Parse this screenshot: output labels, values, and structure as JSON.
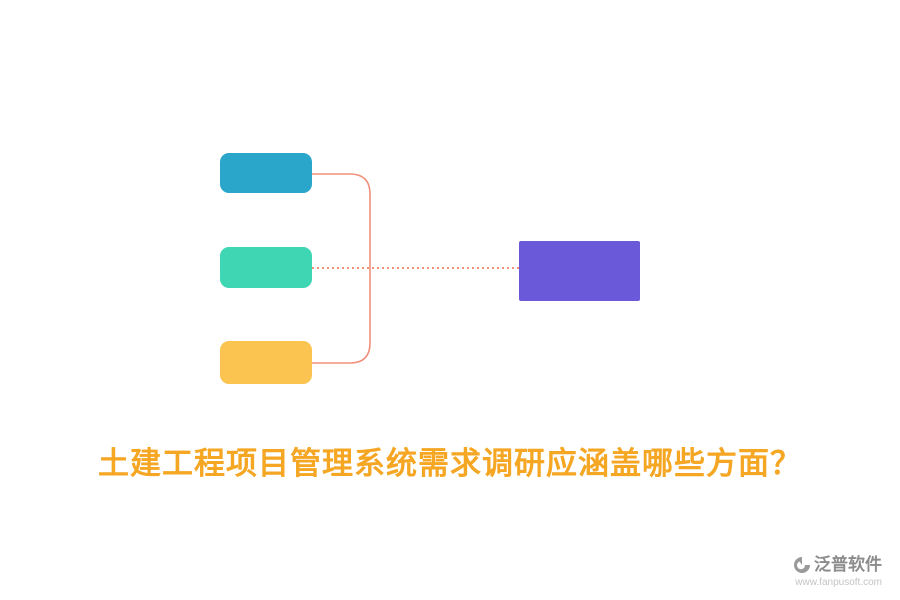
{
  "title": {
    "text": "土建工程项目管理系统需求调研应涵盖哪些方面？",
    "color": "#F5A623"
  },
  "diagram": {
    "branch_nodes": [
      {
        "name": "top-branch",
        "color": "#2AA6CB"
      },
      {
        "name": "middle-branch",
        "color": "#3FD6B4"
      },
      {
        "name": "bottom-branch",
        "color": "#FBC451"
      }
    ],
    "root_node": {
      "name": "root",
      "color": "#6A5AD9"
    },
    "connector_color": "#F0907B"
  },
  "footer": {
    "brand": "泛普软件",
    "url": "www.fanpusoft.com",
    "brand_color": "#8C8C8C",
    "url_color": "#C4C4C4",
    "icon_color": "#9A9A9A"
  }
}
